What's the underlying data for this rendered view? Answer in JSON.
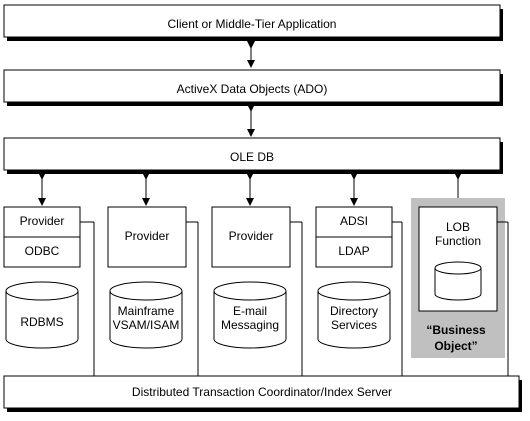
{
  "layers": {
    "application": "Client or Middle-Tier Application",
    "ado": "ActiveX Data Objects (ADO)",
    "oledb": "OLE DB",
    "dtc": "Distributed Transaction Coordinator/Index Server"
  },
  "columns": [
    {
      "top": "Provider",
      "bottom": "ODBC",
      "store_line1": "RDBMS",
      "store_line2": ""
    },
    {
      "top": "Provider",
      "bottom": "",
      "store_line1": "Mainframe",
      "store_line2": "VSAM/ISAM"
    },
    {
      "top": "Provider",
      "bottom": "",
      "store_line1": "E-mail",
      "store_line2": "Messaging"
    },
    {
      "top": "ADSI",
      "bottom": "LDAP",
      "store_line1": "Directory",
      "store_line2": "Services"
    }
  ],
  "business_object": {
    "line1": "LOB",
    "line2": "Function",
    "caption_line1": "“Business",
    "caption_line2": "Object”"
  },
  "colors": {
    "stroke": "#000000",
    "shadow": "#000000",
    "business_bg": "#c0c0c0"
  }
}
